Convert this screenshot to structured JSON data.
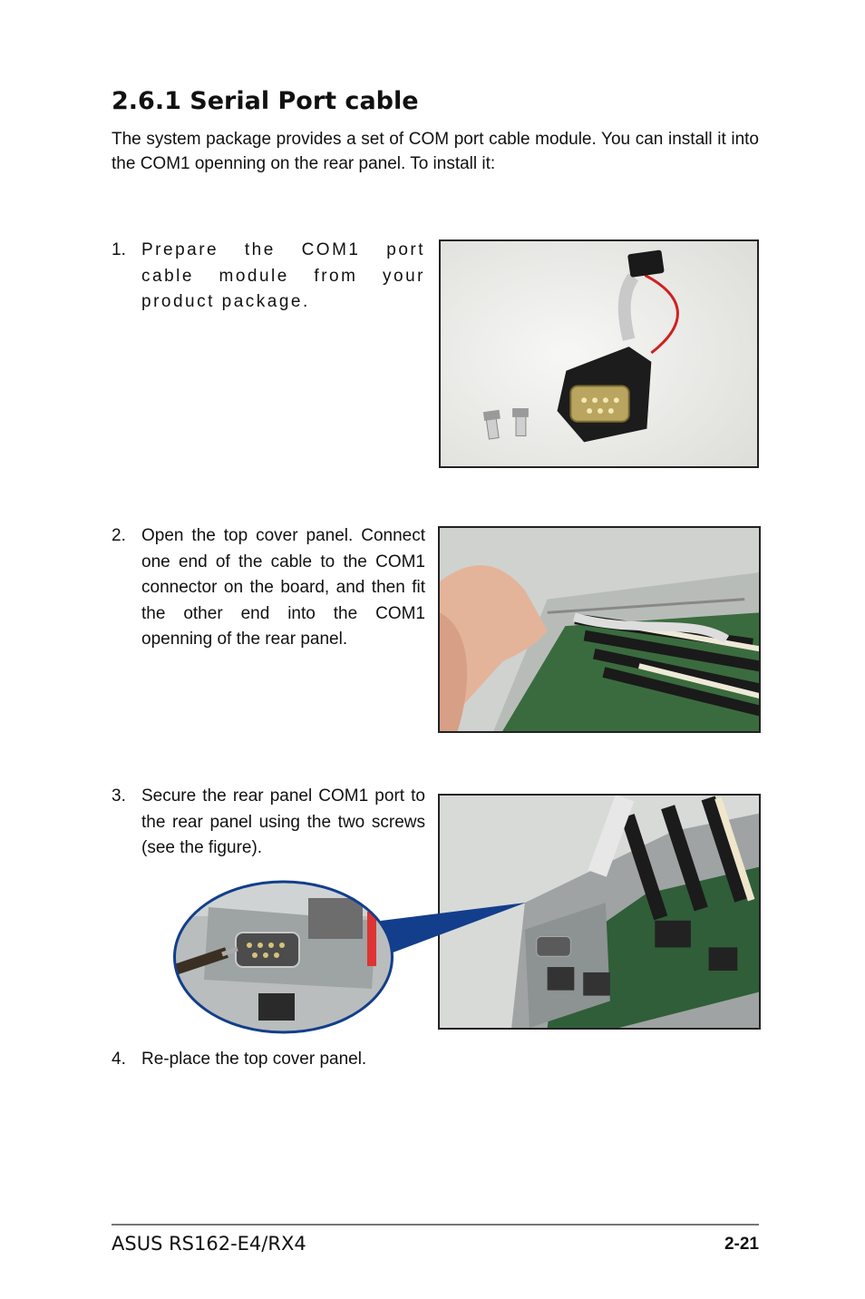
{
  "section": {
    "title": "2.6.1 Serial Port cable",
    "intro": "The system package provides a set of COM port cable module. You can install it into the COM1 openning on the rear panel. To install it:"
  },
  "steps": [
    {
      "number": "1.",
      "text": "Prepare the COM1 port cable module from your product package."
    },
    {
      "number": "2.",
      "text": "Open the top cover panel. Connect one end of the cable to the COM1 connector on the board, and then fit the other end into the COM1 openning of the rear panel."
    },
    {
      "number": "3.",
      "text": "Secure the rear panel COM1 port to the rear panel using the two screws (see the figure)."
    },
    {
      "number": "4.",
      "text": "Re-place the top cover panel."
    }
  ],
  "footer": {
    "product": "ASUS RS162-E4/RX4",
    "page": "2-21"
  },
  "colors": {
    "callout_pointer": "#123e8c",
    "rule": "#777777"
  }
}
